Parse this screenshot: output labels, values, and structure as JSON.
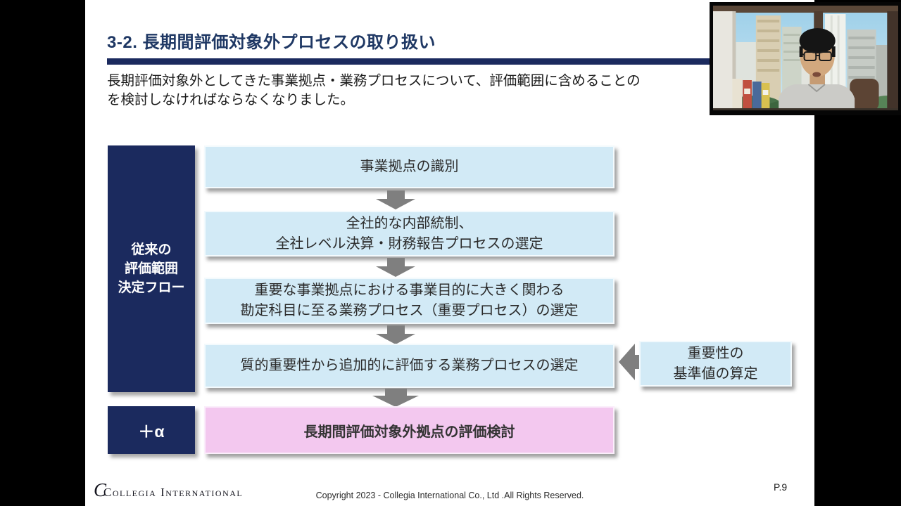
{
  "slide": {
    "heading": "3-2. 長期間評価対象外プロセスの取り扱い",
    "intro": {
      "line1": "長期評価対象外としてきた事業拠点・業務プロセスについて、評価範囲に含めることの",
      "line2": "を検討しなければならなくなりました。"
    },
    "flow": {
      "sidebar": {
        "line1": "従来の",
        "line2": "評価範囲",
        "line3": "決定フロー"
      },
      "step1": {
        "line1": "事業拠点の識別"
      },
      "step2": {
        "line1": "全社的な内部統制、",
        "line2": "全社レベル決算・財務報告プロセスの選定"
      },
      "step3": {
        "line1": "重要な事業拠点における事業目的に大きく関わる",
        "line2": "勘定科目に至る業務プロセス（重要プロセス）の選定"
      },
      "step4": {
        "line1": "質的重要性から追加的に評価する業務プロセスの選定"
      },
      "side_note": {
        "line1": "重要性の",
        "line2": "基準値の算定"
      },
      "plus_alpha": "＋α",
      "final_step": "長期間評価対象外拠点の評価検討"
    },
    "footer": {
      "logo_monogram": "C",
      "logo_name": "Collegia International",
      "copyright": "Copyright 2023 -  Collegia International Co., Ltd .All Rights Reserved.",
      "page_number": "P.9"
    },
    "colors": {
      "navy": "#1b2a5e",
      "title-navy": "#1f3864",
      "light-blue": "#d2eaf6",
      "pink": "#f3c8ef",
      "arrow": "#7f7f7f"
    }
  }
}
